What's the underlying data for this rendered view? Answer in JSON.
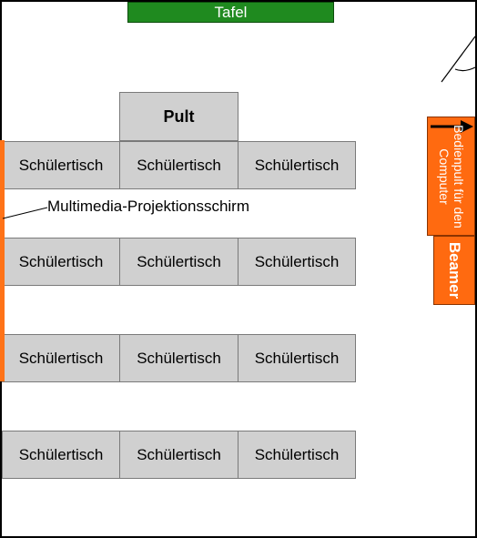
{
  "title": "Tafel",
  "pult": "Pult",
  "desk_label": "Schülertisch",
  "rows": [
    [
      "Schülertisch",
      "Schülertisch",
      "Schülertisch"
    ],
    [
      "Schülertisch",
      "Schülertisch",
      "Schülertisch"
    ],
    [
      "Schülertisch",
      "Schülertisch",
      "Schülertisch"
    ],
    [
      "Schülertisch",
      "Schülertisch",
      "Schülertisch"
    ]
  ],
  "screen_label": "Multimedia-Projektionsschirm",
  "bedienpult_label": "Bedienpult für den Computer",
  "beamer_label": "Beamer",
  "colors": {
    "tafel": "#1f8a1f",
    "desk": "#d0d0d0",
    "orange": "#ff6a10"
  }
}
